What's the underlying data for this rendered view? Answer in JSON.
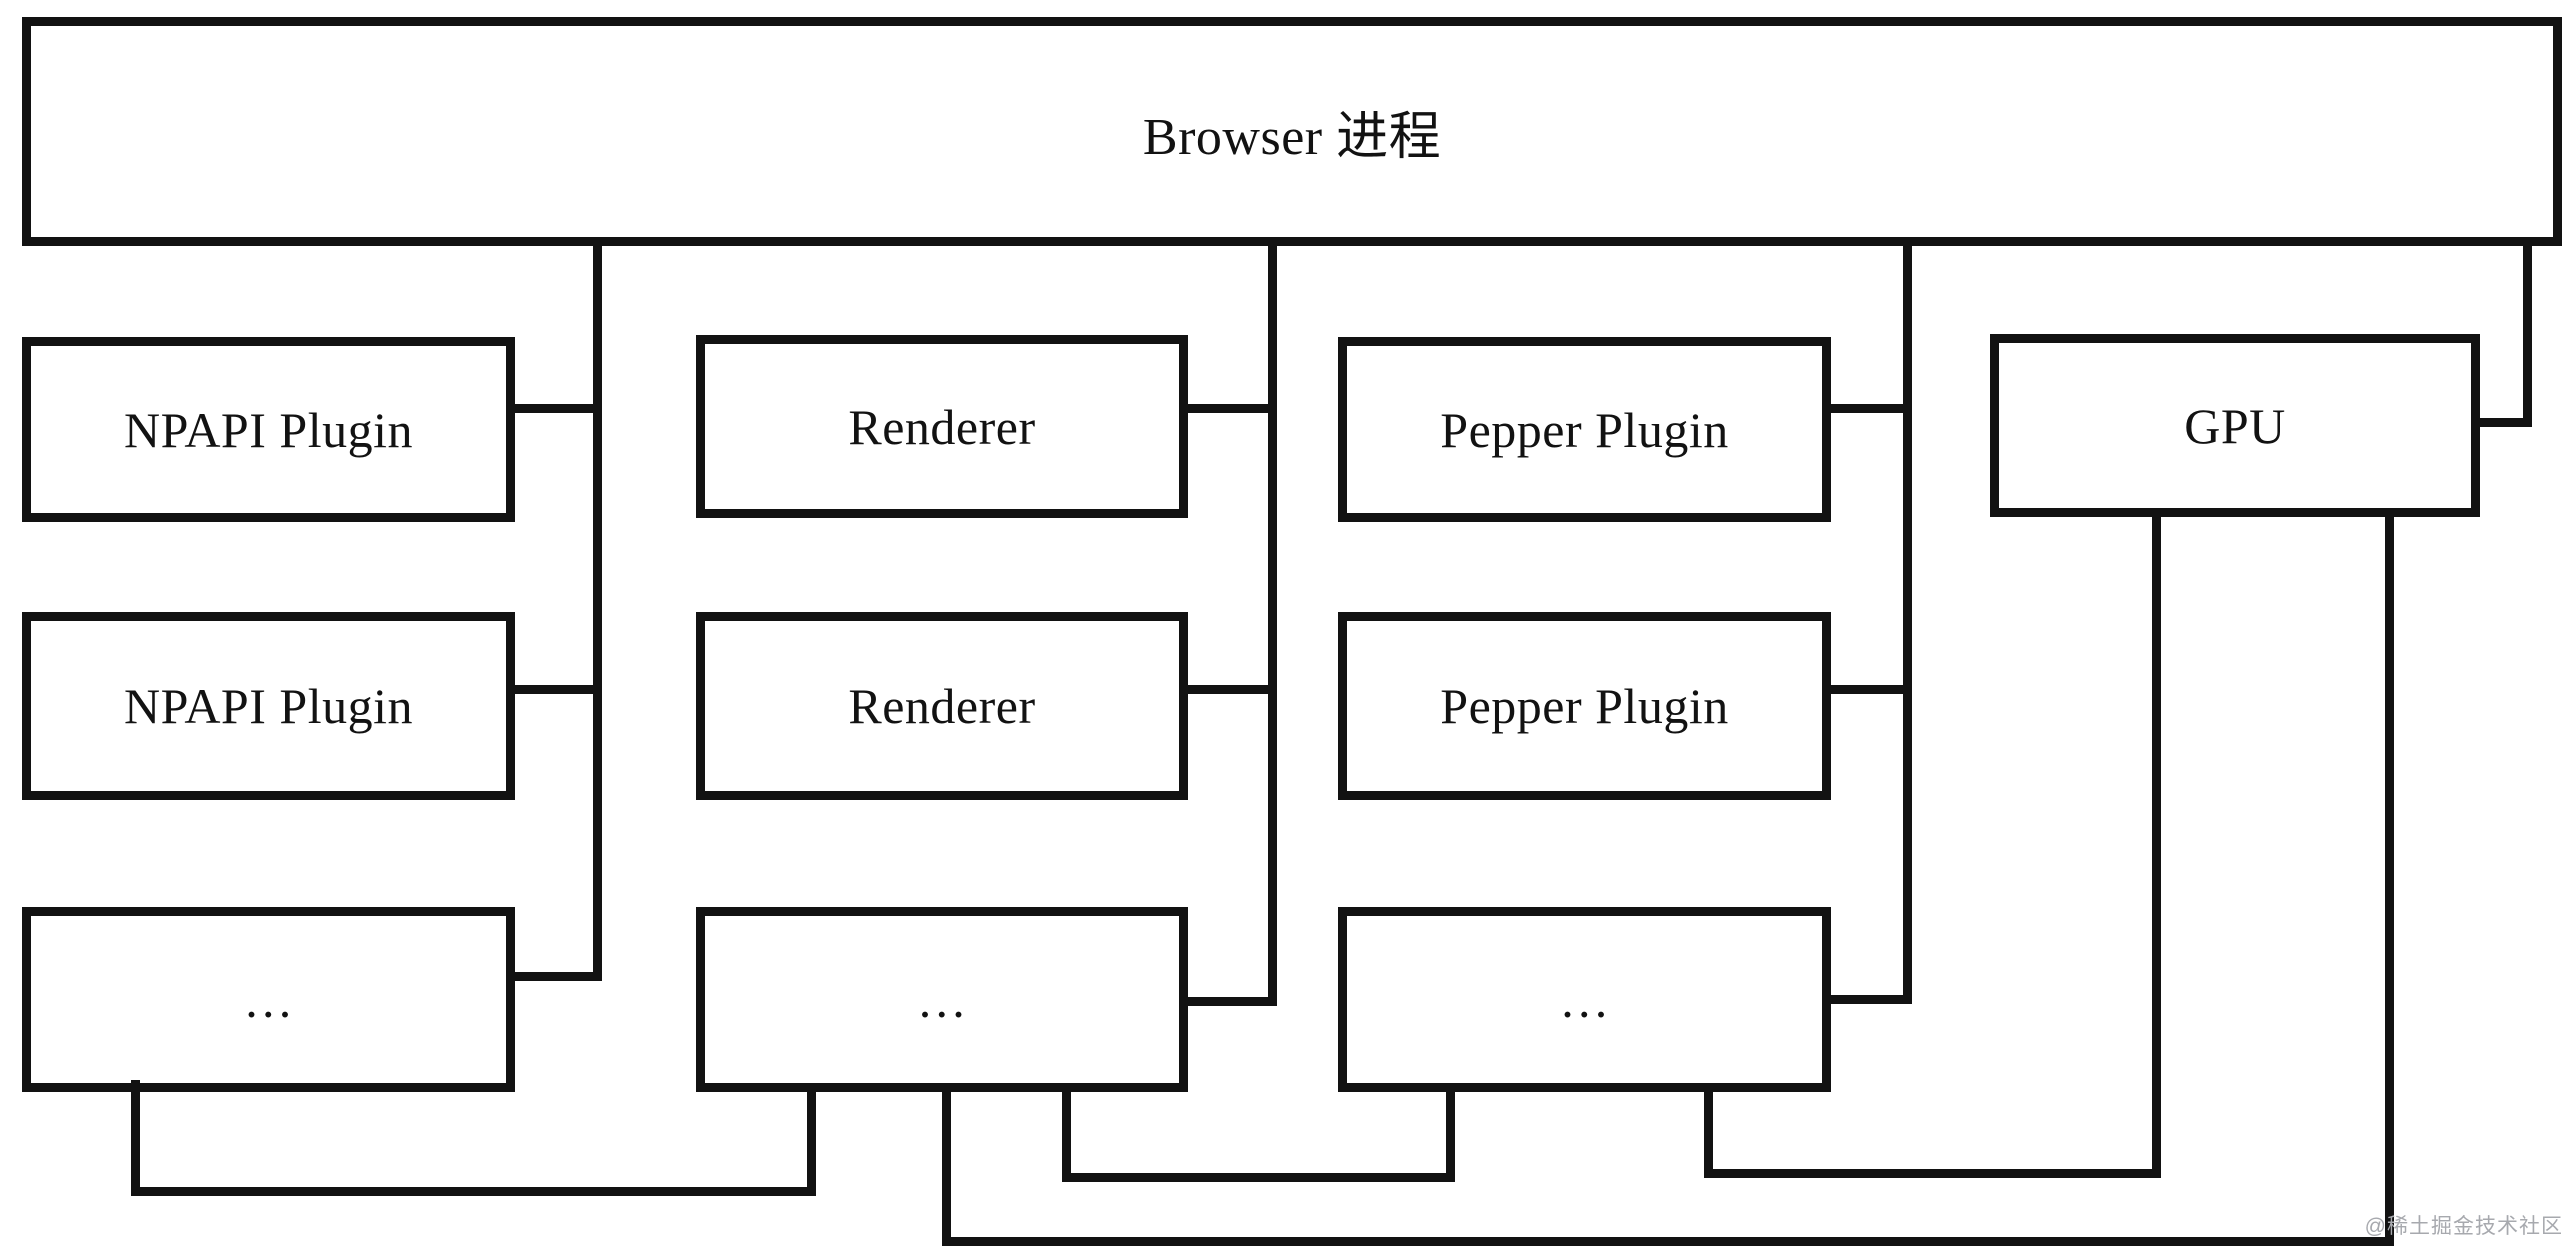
{
  "diagram": {
    "root_label": "Browser 进程",
    "columns": [
      {
        "name": "npapi-plugins",
        "boxes": [
          "NPAPI Plugin",
          "NPAPI Plugin",
          "…"
        ]
      },
      {
        "name": "renderers",
        "boxes": [
          "Renderer",
          "Renderer",
          "…"
        ]
      },
      {
        "name": "pepper-plugins",
        "boxes": [
          "Pepper Plugin",
          "Pepper Plugin",
          "…"
        ]
      },
      {
        "name": "gpu",
        "boxes": [
          "GPU"
        ]
      }
    ]
  },
  "watermark": {
    "text": "@稀土掘金技术社区",
    "color": "#a7a9ae"
  },
  "colors": {
    "line": "#121212",
    "background": "#ffffff"
  }
}
